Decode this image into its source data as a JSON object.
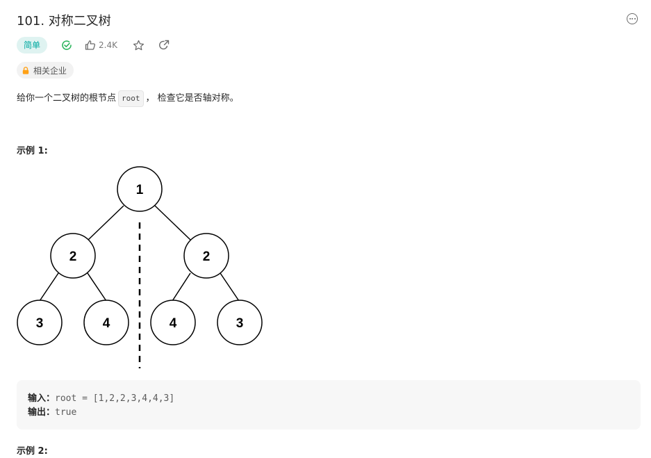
{
  "problem": {
    "title": "101. 对称二叉树",
    "difficulty": "简单",
    "likes": "2.4K",
    "company_tag": "相关企业"
  },
  "description": {
    "before": "给你一个二叉树的根节点",
    "code": "root",
    "after": "， 检查它是否轴对称。"
  },
  "example1": {
    "heading": "示例 1:",
    "tree": [
      {
        "node": "root",
        "val": "1"
      },
      {
        "node": "left",
        "val": "2"
      },
      {
        "node": "right",
        "val": "2"
      },
      {
        "node": "left-left",
        "val": "3"
      },
      {
        "node": "left-right",
        "val": "4"
      },
      {
        "node": "right-left",
        "val": "4"
      },
      {
        "node": "right-right",
        "val": "3"
      }
    ],
    "input_label": "输入：",
    "input_value": "root = [1,2,2,3,4,4,3]",
    "output_label": "输出：",
    "output_value": "true"
  },
  "example2": {
    "heading": "示例 2:"
  },
  "colors": {
    "difficulty_text": "#00a9a0",
    "difficulty_bg": "#dff3f1",
    "solved": "#2db55d",
    "lock": "#ffa116"
  },
  "icons": [
    "more-icon",
    "check-circle-icon",
    "thumbs-up-icon",
    "star-icon",
    "share-icon",
    "lock-icon"
  ]
}
